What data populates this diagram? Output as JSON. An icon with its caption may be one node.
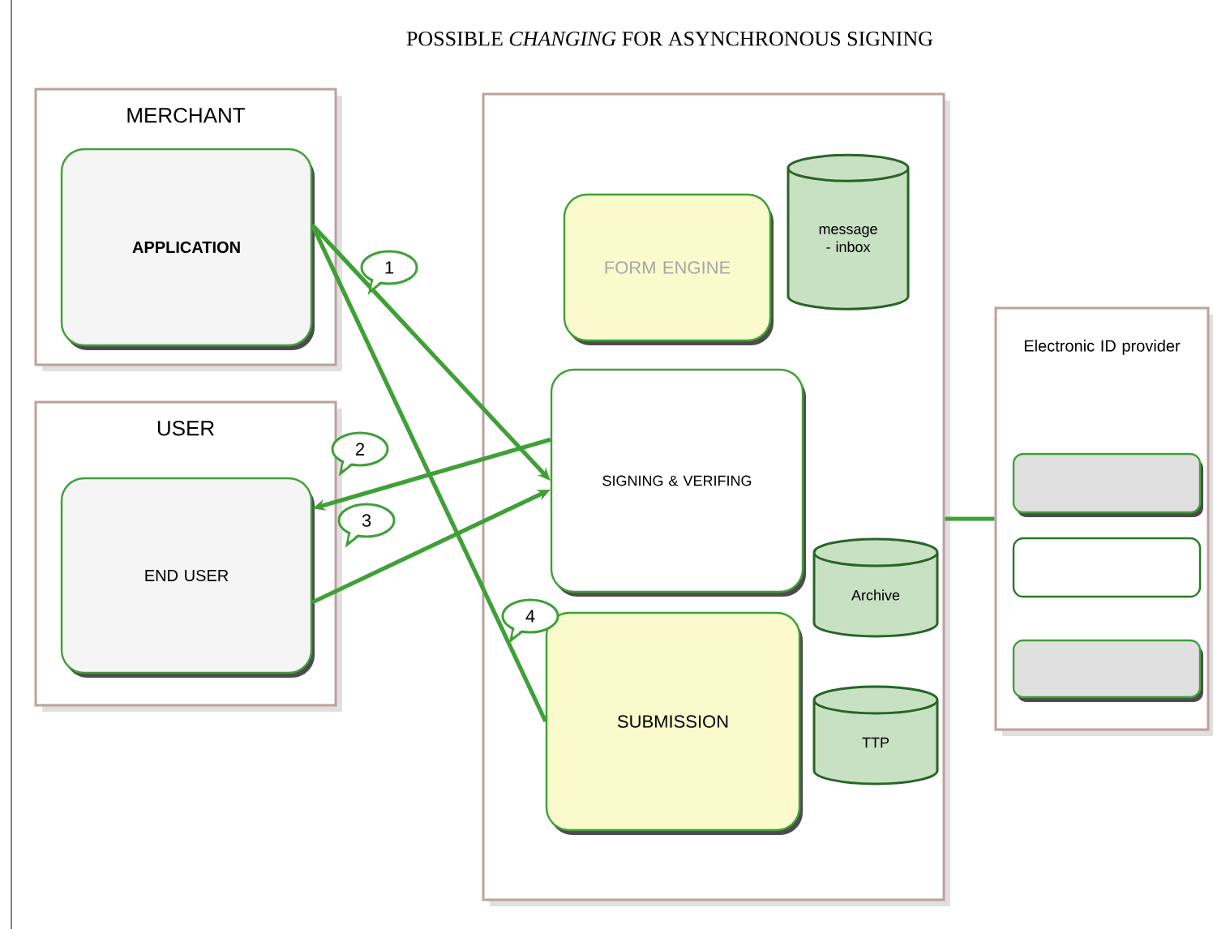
{
  "diagram": {
    "title": "POSSIBLE *CHANGING* FOR ASYNCHRONOUS SIGNING",
    "nodes": [
      {
        "text": [
          "MERCHANT"
        ]
      },
      {
        "text": [
          "APPLICATION"
        ],
        "in": 0
      },
      {
        "text": [
          "USER"
        ]
      },
      {
        "text": [
          "END USER"
        ],
        "in": 2
      },
      {
        "text": [],
        "shape": "box"
      },
      {
        "text": [
          "FORM ENGINE"
        ],
        "in": 4
      },
      {
        "text": [
          "message - inbox"
        ],
        "in": 4
      },
      {
        "text": [
          "SIGNING & VERIFING"
        ],
        "in": 4
      },
      {
        "text": [
          "Archive"
        ],
        "in": 4
      },
      {
        "text": [
          "SUBMISSION"
        ],
        "in": 4
      },
      {
        "text": [
          "TTP"
        ],
        "in": 4
      },
      {
        "text": [
          "Electronic ID provider"
        ]
      },
      {
        "text": [],
        "shape": "box",
        "in": 11
      },
      {
        "text": [],
        "shape": "box",
        "in": 11
      },
      {
        "text": [],
        "shape": "box",
        "in": 11
      }
    ],
    "edges": [
      {
        "from": 1,
        "to": 7,
        "arrow": "to",
        "label": "1"
      },
      {
        "from": 7,
        "to": 3,
        "arrow": "to",
        "label": "2"
      },
      {
        "from": 3,
        "to": 7,
        "arrow": "to",
        "label": "3"
      },
      {
        "from": 1,
        "to": 9,
        "arrow": "none",
        "label": "4"
      },
      {
        "from": 4,
        "to": 11,
        "arrow": "none"
      }
    ]
  }
}
